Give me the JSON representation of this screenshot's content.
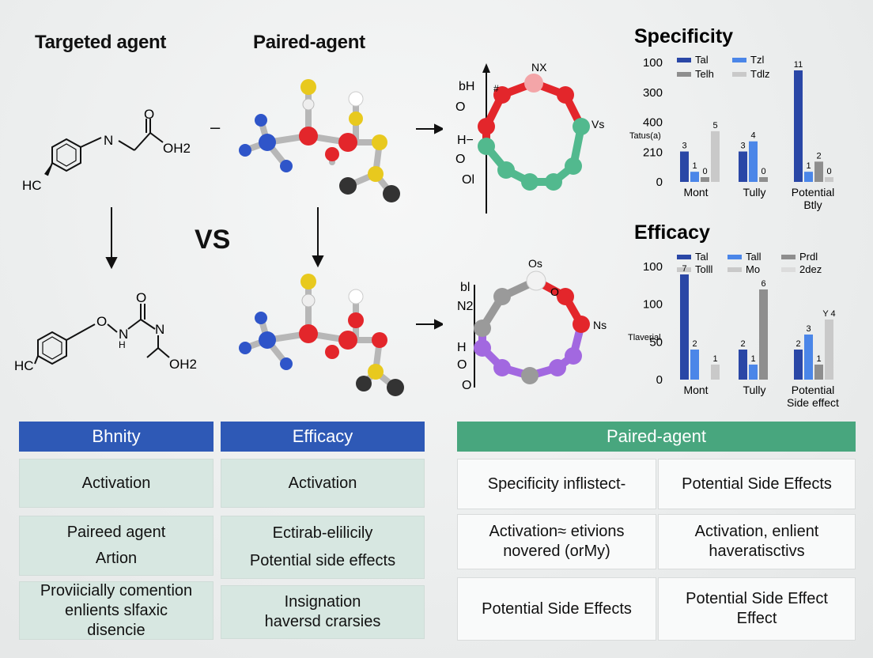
{
  "colors": {
    "blue_header": "#2e59b6",
    "teal_header": "#48a67e",
    "dark_blue": "#2a47a6",
    "mid_blue": "#4b86e8",
    "gray_dark": "#8e8e8e",
    "gray_light": "#c9c9c9",
    "red": "#e3262b",
    "green": "#52b98e",
    "purple": "#a268e0",
    "yellow": "#e8c91e"
  },
  "headings": {
    "targeted": "Targeted agent",
    "paired": "Paired-agent",
    "vs": "VS",
    "dash": "–"
  },
  "structures": {
    "top": {
      "hc": "HC",
      "n": "N",
      "o": "O",
      "oh2": "OH2"
    },
    "bottom": {
      "hc": "HC",
      "o1": "O",
      "n1": "N",
      "h": "H",
      "o2": "O",
      "n2": "N",
      "oh2": "OH2"
    }
  },
  "ring_top": {
    "left_labels": [
      "bH",
      "O",
      "H−",
      "O",
      "Ol"
    ],
    "top_label": "NX",
    "right_label": "Vs",
    "axis_mark": "#"
  },
  "ring_bottom": {
    "left_labels": [
      "bl",
      "N2",
      "H",
      "O",
      "O"
    ],
    "top_label": "Os",
    "o_label": "O",
    "right_label": "Ns"
  },
  "chart_data": [
    {
      "type": "bar",
      "title": "Specificity",
      "ylabel": "Tatus(a)",
      "categories": [
        "Mont",
        "Tully",
        "Potential Btly"
      ],
      "y_ticks": [
        "100",
        "300",
        "400",
        "210",
        "0"
      ],
      "series": [
        {
          "name": "Tal",
          "color": "#2a47a6",
          "values": [
            3,
            3,
            11
          ],
          "labels": [
            "3",
            "3",
            "11"
          ]
        },
        {
          "name": "Tzl",
          "color": "#4b86e8",
          "values": [
            1,
            4,
            1
          ],
          "labels": [
            "1",
            "4",
            "1"
          ]
        },
        {
          "name": "Telh",
          "color": "#8e8e8e",
          "values": [
            0,
            0,
            2
          ],
          "labels": [
            "0",
            "0",
            "2"
          ]
        },
        {
          "name": "Tdlz",
          "color": "#c9c9c9",
          "values": [
            5,
            null,
            0
          ],
          "labels": [
            "5",
            "",
            "0"
          ]
        }
      ],
      "legend": "top-right"
    },
    {
      "type": "bar",
      "title": "Efficacy",
      "ylabel": "Tlaverial",
      "categories": [
        "Mont",
        "Tully",
        "Potential Side effect"
      ],
      "y_ticks": [
        "100",
        "100",
        "50",
        "0"
      ],
      "series": [
        {
          "name": "Tal",
          "color": "#2a47a6",
          "values": [
            7,
            2,
            2
          ],
          "labels": [
            "7",
            "2",
            "2"
          ]
        },
        {
          "name": "Tall",
          "color": "#4b86e8",
          "values": [
            2,
            1,
            3
          ],
          "labels": [
            "2",
            "1",
            "3"
          ]
        },
        {
          "name": "Prdl",
          "color": "#8e8e8e",
          "values": [
            null,
            6,
            1
          ],
          "labels": [
            "",
            "6",
            "1"
          ]
        },
        {
          "name": "Tolll",
          "color": "#c9c9c9",
          "values": [
            1,
            null,
            4
          ],
          "labels": [
            "1",
            "",
            "Y 4"
          ]
        }
      ],
      "legend": "top-right",
      "legend_extra": [
        "Mo",
        "2dez"
      ]
    }
  ],
  "table_left": {
    "headers": [
      "Bhnity",
      "Efficacy"
    ],
    "rows": [
      [
        "Activation",
        "Activation"
      ],
      [
        [
          "Paireed agent",
          "Artion"
        ],
        [
          "Ectirab-elilicily",
          "Potential side effects"
        ]
      ],
      [
        [
          "Proviicially comention",
          "enlients slfaxic",
          "disencie"
        ],
        [
          "Insignation",
          "haversd crarsies"
        ]
      ]
    ]
  },
  "table_right": {
    "header": "Paired-agent",
    "rows": [
      [
        "Specificity inflistect‐",
        "Potential Side Effects"
      ],
      [
        [
          "Activation≈ etivions",
          "novered (orMy)"
        ],
        [
          "Activation, enlient",
          "haveratisctivs"
        ]
      ],
      [
        "Potential Side Effects",
        [
          "Potential Side Effect",
          "Effect"
        ]
      ]
    ]
  }
}
